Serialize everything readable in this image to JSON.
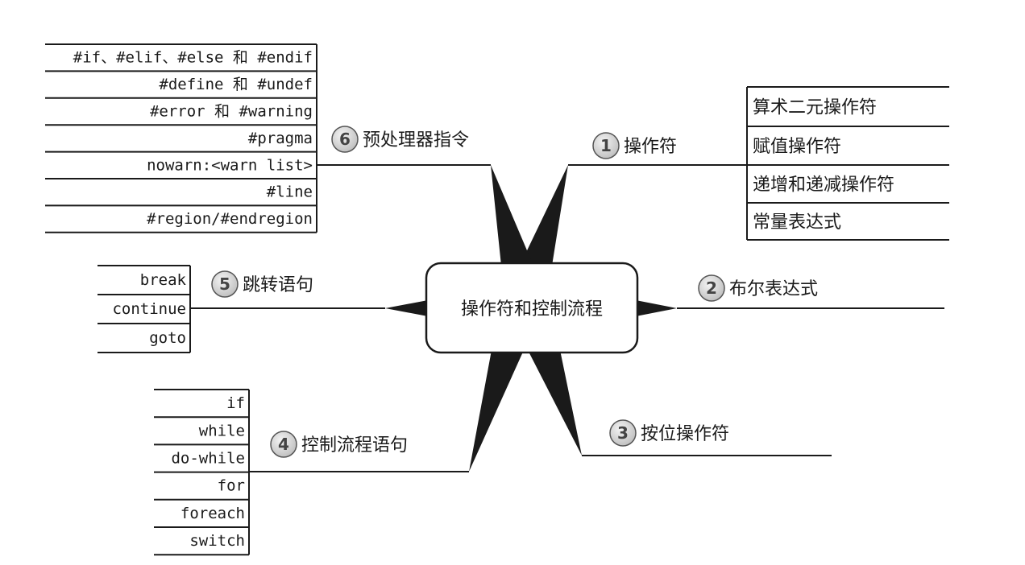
{
  "center": "操作符和控制流程",
  "branches": [
    {
      "num": "1",
      "label": "操作符",
      "items": [
        "算术二元操作符",
        "赋值操作符",
        "递增和递减操作符",
        "常量表达式"
      ]
    },
    {
      "num": "2",
      "label": "布尔表达式",
      "items": []
    },
    {
      "num": "3",
      "label": "按位操作符",
      "items": []
    },
    {
      "num": "4",
      "label": "控制流程语句",
      "items": [
        "if",
        "while",
        "do-while",
        "for",
        "foreach",
        "switch"
      ]
    },
    {
      "num": "5",
      "label": "跳转语句",
      "items": [
        "break",
        "continue",
        "goto"
      ]
    },
    {
      "num": "6",
      "label": "预处理器指令",
      "items": [
        "#if、#elif、#else 和 #endif",
        "#define 和 #undef",
        "#error 和 #warning",
        "#pragma",
        "nowarn:<warn list>",
        "#line",
        "#region/#endregion"
      ]
    }
  ],
  "colors": {
    "ink": "#1a1a1a",
    "badge": "#d8d8d8"
  }
}
